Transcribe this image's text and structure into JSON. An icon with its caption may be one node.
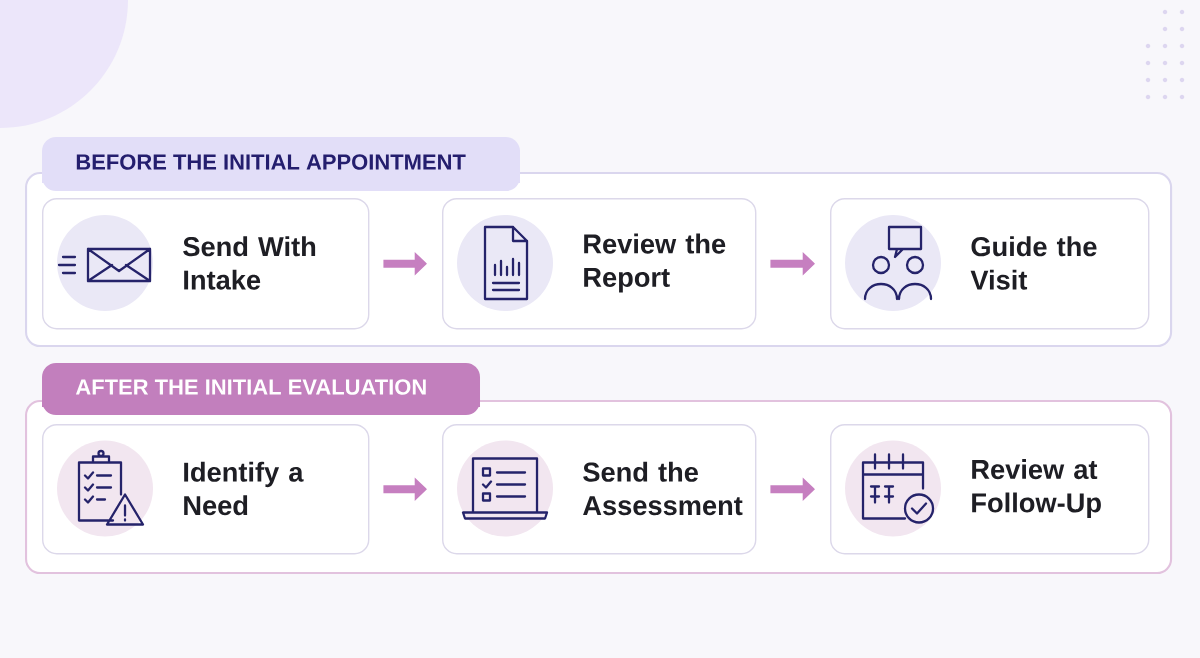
{
  "diagram": {
    "nodes": [
      {
        "text": [
          "BEFORE THE INITIAL APPOINTMENT"
        ]
      },
      {
        "text": [
          "Send With Intake"
        ],
        "in": 0
      },
      {
        "text": [
          "Review the Report"
        ],
        "in": 0
      },
      {
        "text": [
          "Guide the Visit"
        ],
        "in": 0
      },
      {
        "text": [
          "AFTER THE INITIAL EVALUATION"
        ]
      },
      {
        "text": [
          "Identify a Need"
        ],
        "in": 4
      },
      {
        "text": [
          "Send the Assessment"
        ],
        "in": 4
      },
      {
        "text": [
          "Review at Follow-Up"
        ],
        "in": 4
      }
    ],
    "edges": [
      {
        "from": 1,
        "to": 2,
        "arrow": "to"
      },
      {
        "from": 2,
        "to": 3,
        "arrow": "to"
      },
      {
        "from": 5,
        "to": 6,
        "arrow": "to"
      },
      {
        "from": 6,
        "to": 7,
        "arrow": "to"
      }
    ]
  }
}
